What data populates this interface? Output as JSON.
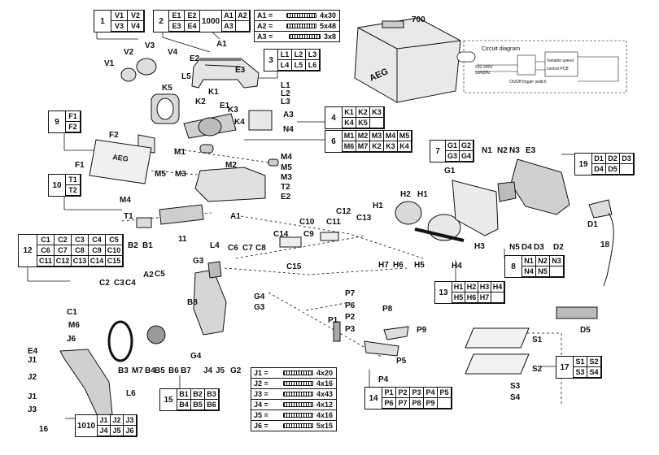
{
  "groups": {
    "g1": {
      "num": "1",
      "cells": [
        "V1",
        "V2",
        "V3",
        "V4"
      ]
    },
    "g2": {
      "num": "2",
      "cells": [
        "E1",
        "E2",
        "E3",
        "E4"
      ]
    },
    "g1000": {
      "num": "1000",
      "cells": [
        "A1",
        "A2",
        "A3"
      ]
    },
    "g3": {
      "num": "3",
      "cells": [
        "L1",
        "L2",
        "L3",
        "L4",
        "L5",
        "L6"
      ]
    },
    "g4": {
      "num": "4",
      "cells": [
        "K1",
        "K2",
        "K3",
        "K4",
        "K5"
      ]
    },
    "g6": {
      "num": "6",
      "cells": [
        "M1",
        "M2",
        "M3",
        "M4",
        "M5",
        "M6",
        "M7",
        "K2",
        "K3",
        "K4"
      ]
    },
    "g7": {
      "num": "7",
      "cells": [
        "G1",
        "G2",
        "G3",
        "G4"
      ]
    },
    "g9": {
      "num": "9",
      "cells": [
        "F1",
        "F2"
      ]
    },
    "g10": {
      "num": "10",
      "cells": [
        "T1",
        "T2"
      ]
    },
    "g12": {
      "num": "12",
      "cells": [
        "C1",
        "C2",
        "C3",
        "C4",
        "C5",
        "C6",
        "C7",
        "C8",
        "C9",
        "C10",
        "C11",
        "C12",
        "C13",
        "C14",
        "C15"
      ]
    },
    "g8": {
      "num": "8",
      "cells": [
        "N1",
        "N2",
        "N3",
        "N4",
        "N5"
      ]
    },
    "g13": {
      "num": "13",
      "cells": [
        "H1",
        "H2",
        "H3",
        "H4",
        "H5",
        "H6",
        "H7"
      ]
    },
    "g19": {
      "num": "19",
      "cells": [
        "D1",
        "D2",
        "D3",
        "D4",
        "D5"
      ]
    },
    "g15": {
      "num": "15",
      "cells": [
        "B1",
        "B2",
        "B3",
        "B4",
        "B5",
        "B6",
        "B7"
      ]
    },
    "g14": {
      "num": "14",
      "cells": [
        "P1",
        "P2",
        "P3",
        "P4",
        "P5",
        "P6",
        "P7",
        "P8",
        "P9"
      ]
    },
    "g17": {
      "num": "17",
      "cells": [
        "S1",
        "S2",
        "S3",
        "S4"
      ]
    },
    "g1010": {
      "num": "1010",
      "cells": [
        "J1",
        "J2",
        "J3",
        "J4",
        "J5",
        "J6"
      ]
    },
    "case": {
      "num": "700"
    }
  },
  "screws_a": [
    {
      "k": "A1 =",
      "v": "4x30"
    },
    {
      "k": "A2 =",
      "v": "5x48"
    },
    {
      "k": "A3 =",
      "v": "3x8"
    }
  ],
  "screws_j": [
    {
      "k": "J1 =",
      "v": "4x20"
    },
    {
      "k": "J2 =",
      "v": "4x16"
    },
    {
      "k": "J3 =",
      "v": "4x43"
    },
    {
      "k": "J4 =",
      "v": "4x12"
    },
    {
      "k": "J5 =",
      "v": "4x16"
    },
    {
      "k": "J6 =",
      "v": "5x15"
    }
  ],
  "circuit": {
    "title": "Circuit diagram",
    "note1": "220-240V",
    "note2": "50/60Hz",
    "note3": "On/Off trigger switch",
    "note4": "Variable speed control PCB"
  },
  "brand": "AEG",
  "labels": [
    [
      "V1",
      128,
      74
    ],
    [
      "V2",
      152,
      60
    ],
    [
      "V3",
      178,
      52
    ],
    [
      "V4",
      206,
      60
    ],
    [
      "A1",
      266,
      50
    ],
    [
      "E2",
      233,
      68
    ],
    [
      "E3",
      289,
      82
    ],
    [
      "E1",
      270,
      126
    ],
    [
      "E4",
      34,
      428
    ],
    [
      "L5",
      223,
      90
    ],
    [
      "K5",
      199,
      104
    ],
    [
      "K2",
      240,
      121
    ],
    [
      "K1",
      256,
      109
    ],
    [
      "K3",
      280,
      131
    ],
    [
      "K4",
      288,
      146
    ],
    [
      "L1",
      345,
      101
    ],
    [
      "L2",
      345,
      111
    ],
    [
      "L3",
      345,
      121
    ],
    [
      "A3",
      348,
      137
    ],
    [
      "N4",
      348,
      155
    ],
    [
      "F2",
      134,
      162
    ],
    [
      "F1",
      92,
      199
    ],
    [
      "M1",
      214,
      183
    ],
    [
      "M2",
      277,
      199
    ],
    [
      "M3",
      345,
      214
    ],
    [
      "M4",
      345,
      189
    ],
    [
      "M5",
      345,
      202
    ],
    [
      "M5",
      190,
      210
    ],
    [
      "M3",
      215,
      210
    ],
    [
      "M4",
      147,
      242
    ],
    [
      "T2",
      345,
      226
    ],
    [
      "E2",
      345,
      238
    ],
    [
      "T1",
      152,
      262
    ],
    [
      "A1",
      283,
      262
    ],
    [
      "B2",
      157,
      298
    ],
    [
      "B1",
      175,
      298
    ],
    [
      "11",
      219,
      290
    ],
    [
      "C14",
      336,
      284
    ],
    [
      "C10",
      368,
      269
    ],
    [
      "C11",
      401,
      269
    ],
    [
      "C12",
      413,
      256
    ],
    [
      "C13",
      438,
      264
    ],
    [
      "C9",
      373,
      284
    ],
    [
      "C15",
      352,
      324
    ],
    [
      "C6",
      280,
      301
    ],
    [
      "C7",
      298,
      301
    ],
    [
      "C8",
      314,
      301
    ],
    [
      "L4",
      258,
      298
    ],
    [
      "G3",
      237,
      317
    ],
    [
      "A2",
      176,
      334
    ],
    [
      "C5",
      190,
      333
    ],
    [
      "C2",
      122,
      344
    ],
    [
      "C3",
      140,
      344
    ],
    [
      "C4",
      154,
      344
    ],
    [
      "C1",
      82,
      380
    ],
    [
      "M6",
      84,
      396
    ],
    [
      "J6",
      82,
      413
    ],
    [
      "J1",
      34,
      439
    ],
    [
      "J2",
      34,
      460
    ],
    [
      "J1",
      34,
      484
    ],
    [
      "J3",
      34,
      500
    ],
    [
      "16",
      48,
      524
    ],
    [
      "L6",
      155,
      480
    ],
    [
      "B3",
      145,
      452
    ],
    [
      "M7",
      162,
      452
    ],
    [
      "B4",
      178,
      452
    ],
    [
      "B5",
      190,
      452
    ],
    [
      "B6",
      207,
      452
    ],
    [
      "B7",
      222,
      452
    ],
    [
      "G4",
      234,
      434
    ],
    [
      "J4",
      250,
      452
    ],
    [
      "J5",
      265,
      452
    ],
    [
      "G2",
      283,
      452
    ],
    [
      "B8",
      230,
      368
    ],
    [
      "G4",
      312,
      361
    ],
    [
      "G3",
      312,
      374
    ],
    [
      "H2",
      492,
      235
    ],
    [
      "H1",
      513,
      235
    ],
    [
      "H1",
      458,
      249
    ],
    [
      "H3",
      583,
      299
    ],
    [
      "H4",
      555,
      323
    ],
    [
      "H5",
      509,
      322
    ],
    [
      "H6",
      483,
      322
    ],
    [
      "H7",
      465,
      322
    ],
    [
      "G1",
      546,
      206
    ],
    [
      "N1",
      592,
      181
    ],
    [
      "N2",
      611,
      181
    ],
    [
      "N3",
      626,
      181
    ],
    [
      "E3",
      646,
      181
    ],
    [
      "N5",
      626,
      300
    ],
    [
      "D4",
      641,
      300
    ],
    [
      "D3",
      656,
      300
    ],
    [
      "D2",
      680,
      300
    ],
    [
      "D1",
      722,
      272
    ],
    [
      "18",
      738,
      297
    ],
    [
      "D5",
      713,
      402
    ],
    [
      "P7",
      424,
      357
    ],
    [
      "P6",
      424,
      372
    ],
    [
      "P2",
      424,
      386
    ],
    [
      "P3",
      424,
      401
    ],
    [
      "P1",
      403,
      390
    ],
    [
      "P8",
      470,
      376
    ],
    [
      "P9",
      512,
      402
    ],
    [
      "P5",
      487,
      440
    ],
    [
      "P4",
      465,
      463
    ],
    [
      "S1",
      654,
      414
    ],
    [
      "S2",
      654,
      450
    ],
    [
      "S3",
      627,
      471
    ],
    [
      "S4",
      627,
      485
    ]
  ]
}
